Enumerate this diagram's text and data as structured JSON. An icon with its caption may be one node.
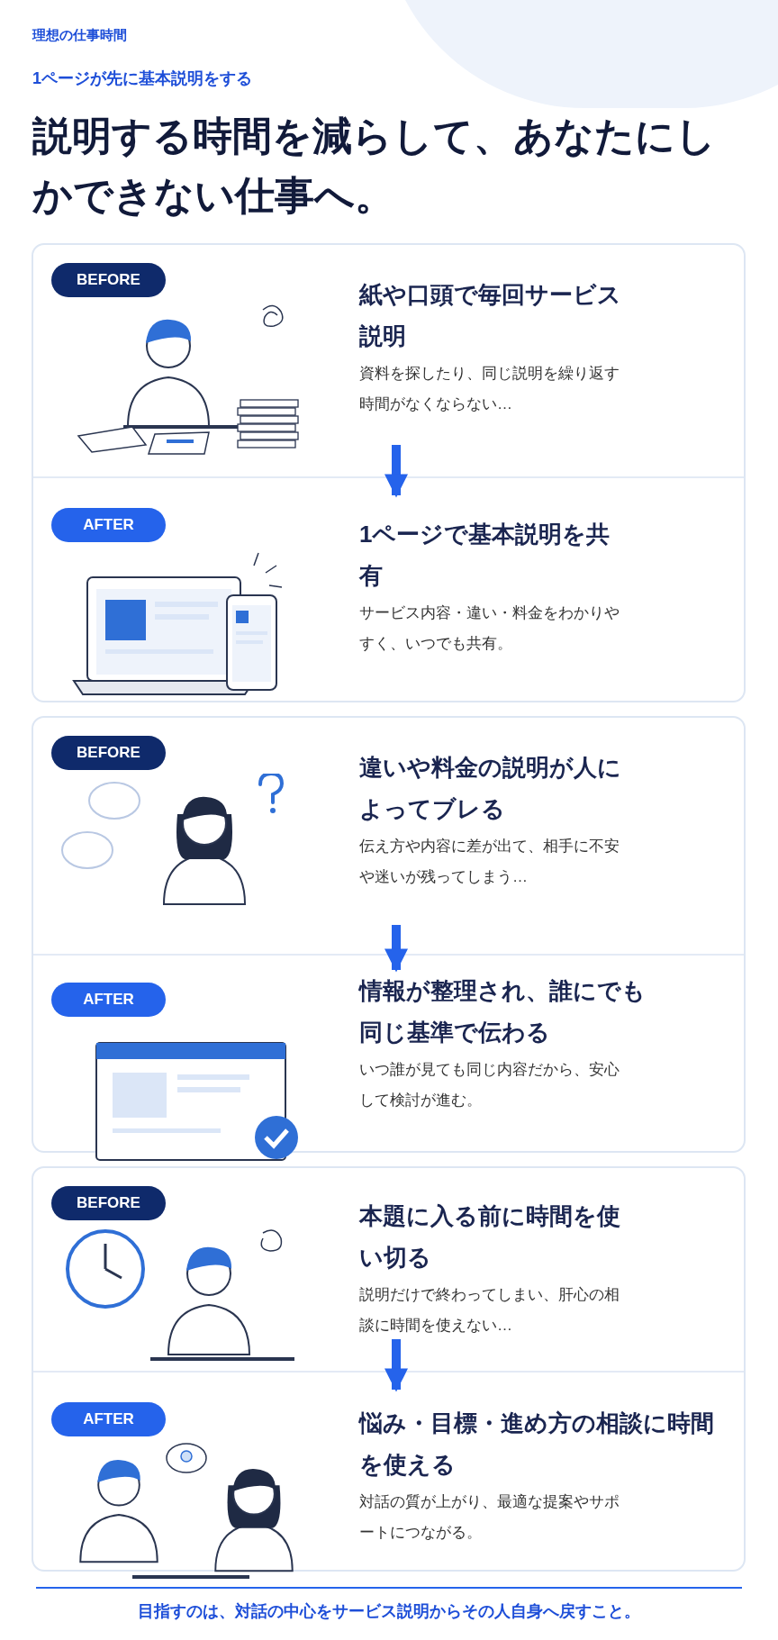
{
  "diagram": {
    "title": "説明する時間を減らして、あなたにしかできない仕事へ。",
    "caption": "目指すのは、対話の中心をサービス説明からその人自身へ戻すこと。",
    "labels": [
      "理想の仕事時間",
      "1ページが先に基本説明をする"
    ],
    "nodes": [
      {
        "text": [],
        "shape": "box"
      },
      {
        "text": [
          "BEFORE",
          "紙や口頭で毎回サービス説明",
          "資料を探したり、同じ説明を繰り返す時間がなくならない…"
        ],
        "in": 0
      },
      {
        "text": [
          "AFTER",
          "1ページで基本説明を共有",
          "サービス内容・違い・料金をわかりやすく、いつでも共有。"
        ],
        "in": 0
      },
      {
        "text": [],
        "shape": "box"
      },
      {
        "text": [
          "BEFORE",
          "違いや料金の説明が人によってブレる",
          "伝え方や内容に差が出て、相手に不安や迷いが残ってしまう…"
        ],
        "in": 3
      },
      {
        "text": [
          "AFTER",
          "情報が整理され、誰にでも同じ基準で伝わる",
          "いつ誰が見ても同じ内容だから、安心して検討が進む。"
        ],
        "in": 3
      },
      {
        "text": [],
        "shape": "box"
      },
      {
        "text": [
          "BEFORE",
          "本題に入る前に時間を使い切る",
          "説明だけで終わってしまい、肝心の相談に時間を使えない…"
        ],
        "in": 6
      },
      {
        "text": [
          "AFTER",
          "悩み・目標・進め方の相談に時間を使える",
          "対話の質が上がり、最適な提案やサポートにつながる。"
        ],
        "in": 6
      }
    ],
    "edges": [
      {
        "from": 1,
        "to": 2,
        "arrow": "to"
      },
      {
        "from": 4,
        "to": 5,
        "arrow": "to"
      },
      {
        "from": 7,
        "to": 8,
        "arrow": "to"
      }
    ]
  }
}
